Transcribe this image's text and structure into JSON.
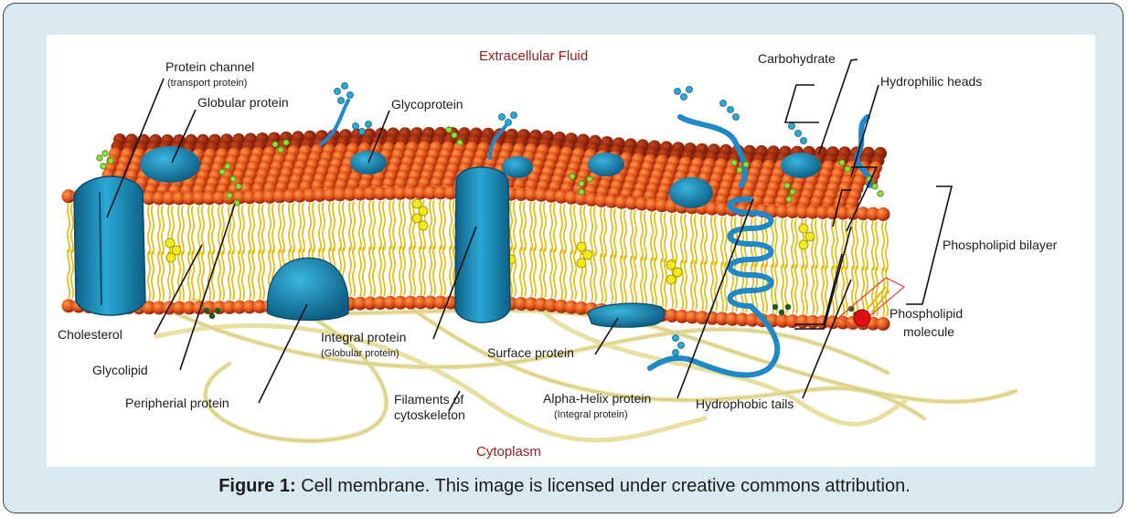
{
  "diagram": {
    "region_top": "Extracellular Fluid",
    "region_bottom": "Cytoplasm",
    "labels": {
      "protein_channel": "Protein channel",
      "protein_channel_sub": "(transport protein)",
      "globular_protein": "Globular protein",
      "glycoprotein": "Glycoprotein",
      "carbohydrate": "Carbohydrate",
      "hydrophilic_heads": "Hydrophilic heads",
      "phospholipid_bilayer": "Phospholipid bilayer",
      "phospholipid_molecule_1": "Phospholipid",
      "phospholipid_molecule_2": "molecule",
      "cholesterol": "Cholesterol",
      "glycolipid": "Glycolipid",
      "peripheral_protein": "Peripherial protein",
      "integral_protein": "Integral protein",
      "integral_protein_sub": "(Globular protein)",
      "surface_protein": "Surface protein",
      "filaments_1": "Filaments of",
      "filaments_2": "cytoskeleton",
      "alpha_helix": "Alpha-Helix protein",
      "alpha_helix_sub": "(Integral protein)",
      "hydrophobic_tails": "Hydrophobic tails"
    }
  },
  "caption": {
    "label": "Figure 1:",
    "text": " Cell membrane. This image is licensed under creative commons attribution."
  },
  "colors": {
    "frame_background": "#d9e9f1",
    "head_color": "#e2531a",
    "tail_color": "#e6b800",
    "protein_color": "#1c8fbf",
    "glycan_color": "#8fe03a",
    "region_text": "#9a1c1c"
  }
}
